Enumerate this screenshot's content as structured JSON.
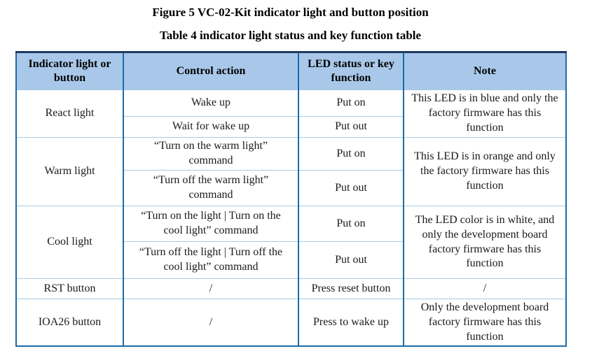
{
  "page": {
    "figure_caption": "Figure 5 VC-02-Kit indicator light and button position",
    "table_caption": "Table 4 indicator light status and key function table"
  },
  "table": {
    "headers": [
      "Indicator light or button",
      "Control action",
      "LED status or key function",
      "Note"
    ],
    "groups": [
      {
        "label": "React light",
        "note": "This LED is in blue and only the factory firmware has this function",
        "rows": [
          {
            "action": "Wake up",
            "status": "Put on"
          },
          {
            "action": "Wait for wake up",
            "status": "Put out"
          }
        ]
      },
      {
        "label": "Warm light",
        "note": "This LED is in orange and only the factory firmware has this function",
        "rows": [
          {
            "action": "“Turn on the warm light” command",
            "status": "Put on"
          },
          {
            "action": "“Turn off the warm light” command",
            "status": "Put out"
          }
        ]
      },
      {
        "label": "Cool light",
        "note": "The LED color is in white, and only the development board factory firmware has this function",
        "rows": [
          {
            "action": "“Turn on the light | Turn on the cool light” command",
            "status": "Put on"
          },
          {
            "action": "“Turn off the light | Turn off the cool light” command",
            "status": "Put out"
          }
        ]
      }
    ],
    "single_rows": [
      {
        "label": "RST button",
        "action": "/",
        "status": "Press reset button",
        "note": "/"
      },
      {
        "label": "IOA26 button",
        "action": "/",
        "status": "Press to wake up",
        "note": "Only the development board factory firmware has this function"
      }
    ]
  },
  "colors": {
    "header_fill": "#a9c8e9",
    "border_top": "#1e3a5f",
    "border_vertical": "#1b6ca8",
    "border_horizontal": "#a9cbe0"
  }
}
